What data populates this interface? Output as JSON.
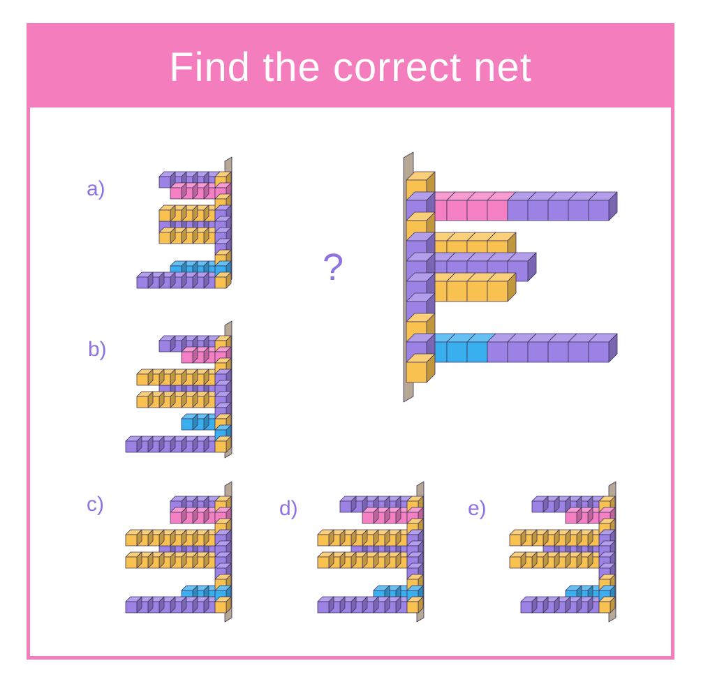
{
  "title": "Find the correct net",
  "question_mark": "?",
  "colors": {
    "border": "#f37dbd",
    "title_text": "#ffffff",
    "label_text": "#8f72e0",
    "purple": "#9d82e6",
    "pink": "#f57fc3",
    "yellow": "#f8c150",
    "blue": "#3aaff0",
    "post": "#b7a895"
  },
  "icons": {
    "post": "wooden-post-icon",
    "cube": "cube-icon"
  },
  "puzzle": {
    "label": "question",
    "column": [
      "yellow",
      "purple",
      "yellow",
      "purple",
      "purple",
      "purple",
      "purple",
      "yellow",
      "purple",
      "yellow"
    ],
    "arms": [
      {
        "row": 1,
        "segments": [
          {
            "color": "pink",
            "count": 4
          },
          {
            "color": "purple",
            "count": 5
          }
        ]
      },
      {
        "row": 4,
        "segments": [
          {
            "color": "purple",
            "count": 5
          }
        ]
      },
      {
        "row": 3,
        "segments": [
          {
            "color": "yellow",
            "count": 4
          }
        ]
      },
      {
        "row": 5,
        "segments": [
          {
            "color": "yellow",
            "count": 4
          }
        ]
      },
      {
        "row": 8,
        "segments": [
          {
            "color": "blue",
            "count": 3
          },
          {
            "color": "purple",
            "count": 6
          }
        ]
      }
    ]
  },
  "options": [
    {
      "label": "a)",
      "name": "option-a"
    },
    {
      "label": "b)",
      "name": "option-b"
    },
    {
      "label": "c)",
      "name": "option-c"
    },
    {
      "label": "d)",
      "name": "option-d"
    },
    {
      "label": "e)",
      "name": "option-e"
    }
  ]
}
